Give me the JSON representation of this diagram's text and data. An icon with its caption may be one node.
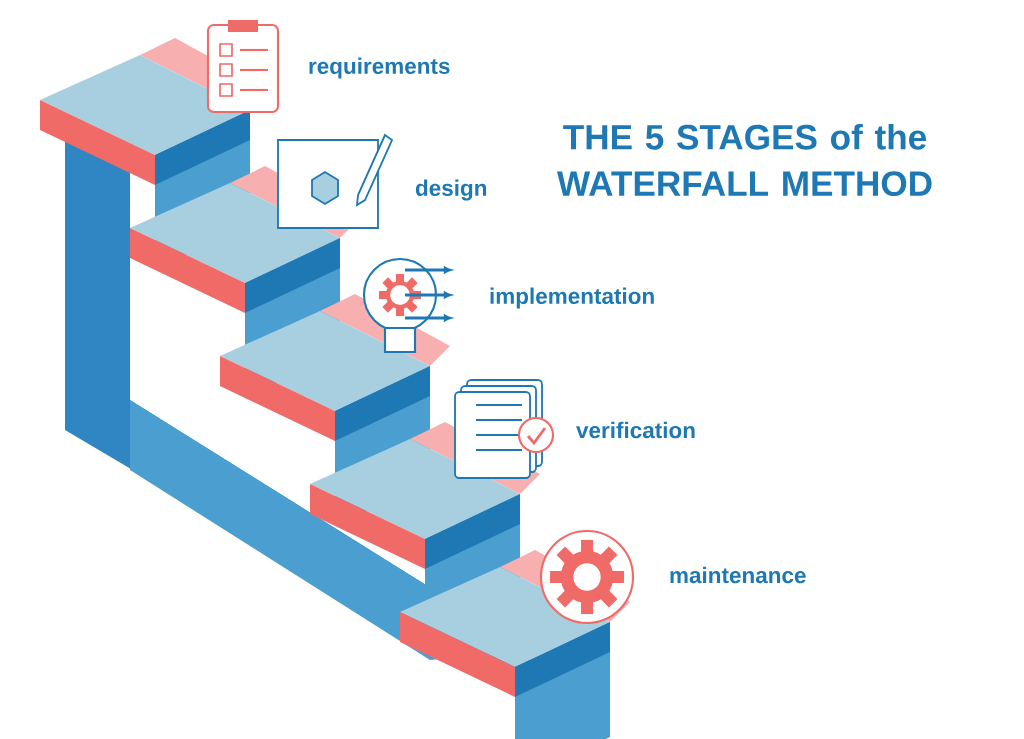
{
  "diagram": {
    "title": "THE 5 STAGES of the WATERFALL METHOD",
    "labels": [
      "requirements",
      "design",
      "implementation",
      "verification",
      "maintenance"
    ]
  }
}
